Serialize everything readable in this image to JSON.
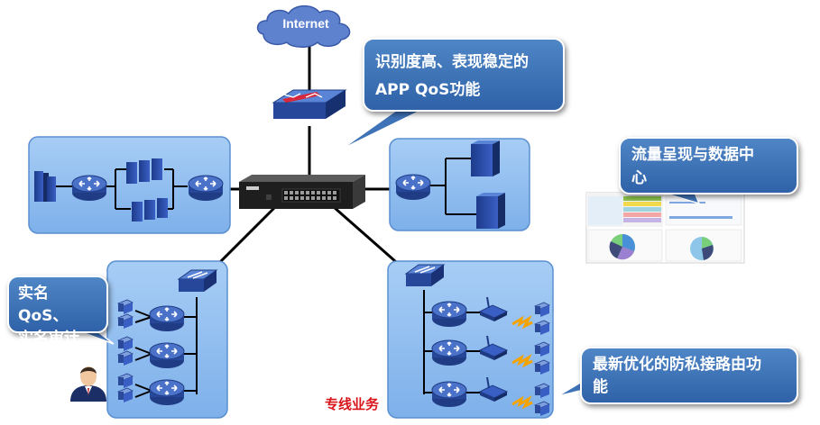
{
  "internet": {
    "label": "Internet"
  },
  "callouts": {
    "qos": {
      "line1": "识别度高、表现稳定的",
      "line2": "APP QoS功能"
    },
    "flow": {
      "line1": "流量呈现与数据中",
      "line2": "心"
    },
    "realname": {
      "line1": "实名QoS、",
      "line2": "实名审计"
    },
    "route": {
      "line1": "最新优化的防私接路由功",
      "line2": "能"
    }
  },
  "caption": "专线业务",
  "colors": {
    "zone_fill": "#8ab8ee",
    "zone_border": "#5a8fd0",
    "callout": "#3b6fb6",
    "caption": "#d9141b",
    "device": "#2c4a9a",
    "link": "#000000"
  }
}
